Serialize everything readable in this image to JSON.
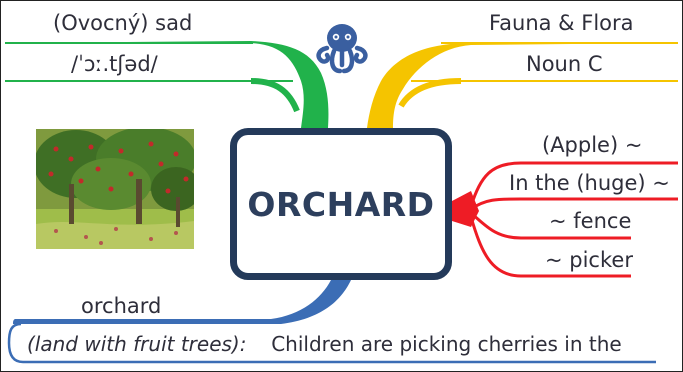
{
  "center": {
    "word": "ORCHARD"
  },
  "left_branch": {
    "translation": "(Ovocný) sad",
    "pronunciation": "/ˈɔː.tʃəd/",
    "color": "#21b24b"
  },
  "right_top_branch": {
    "category": "Fauna & Flora",
    "grammar": "Noun C",
    "color": "#f5c400"
  },
  "right_branch": {
    "items": [
      "(Apple) ~",
      "In the (huge) ~",
      "~ fence",
      "~ picker"
    ],
    "color": "#ee1c25"
  },
  "bottom_branch": {
    "word": "orchard",
    "definition": "(land with fruit trees):",
    "example": "Children are picking cherries in the",
    "color": "#3b6db5"
  },
  "logo": {
    "icon": "octopus-icon",
    "color": "#3a5fa0"
  },
  "image": {
    "icon": "orchard-photo"
  }
}
